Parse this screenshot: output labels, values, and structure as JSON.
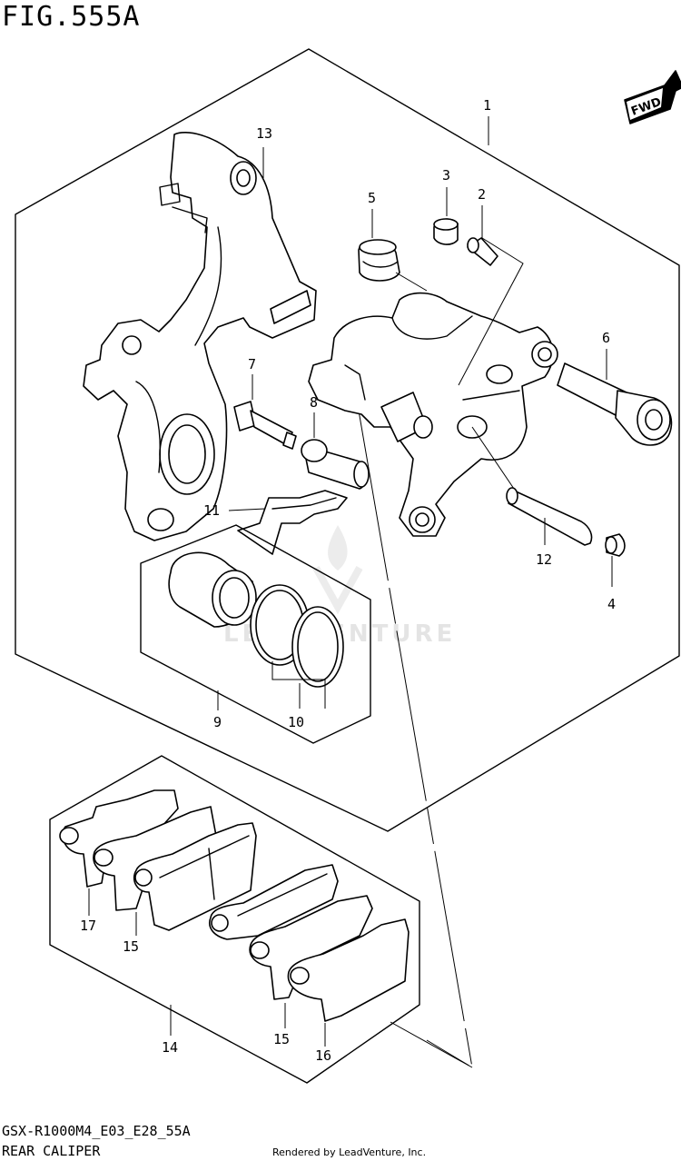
{
  "figure": {
    "title": "FIG.555A",
    "model_code": "GSX-R1000M4_E03_E28_55A",
    "caption": "REAR CALIPER",
    "render_credit": "Rendered by LeadVenture, Inc.",
    "watermark": "LEADVENTURE",
    "direction_badge": "FWD"
  },
  "callouts": [
    {
      "id": "c1",
      "text": "1"
    },
    {
      "id": "c2",
      "text": "2"
    },
    {
      "id": "c3",
      "text": "3"
    },
    {
      "id": "c4",
      "text": "4"
    },
    {
      "id": "c5",
      "text": "5"
    },
    {
      "id": "c6",
      "text": "6"
    },
    {
      "id": "c7",
      "text": "7"
    },
    {
      "id": "c8",
      "text": "8"
    },
    {
      "id": "c9",
      "text": "9"
    },
    {
      "id": "c10",
      "text": "10"
    },
    {
      "id": "c11",
      "text": "11"
    },
    {
      "id": "c12",
      "text": "12"
    },
    {
      "id": "c13",
      "text": "13"
    },
    {
      "id": "c14",
      "text": "14"
    },
    {
      "id": "c15a",
      "text": "15"
    },
    {
      "id": "c15b",
      "text": "15"
    },
    {
      "id": "c16",
      "text": "16"
    },
    {
      "id": "c17",
      "text": "17"
    }
  ]
}
